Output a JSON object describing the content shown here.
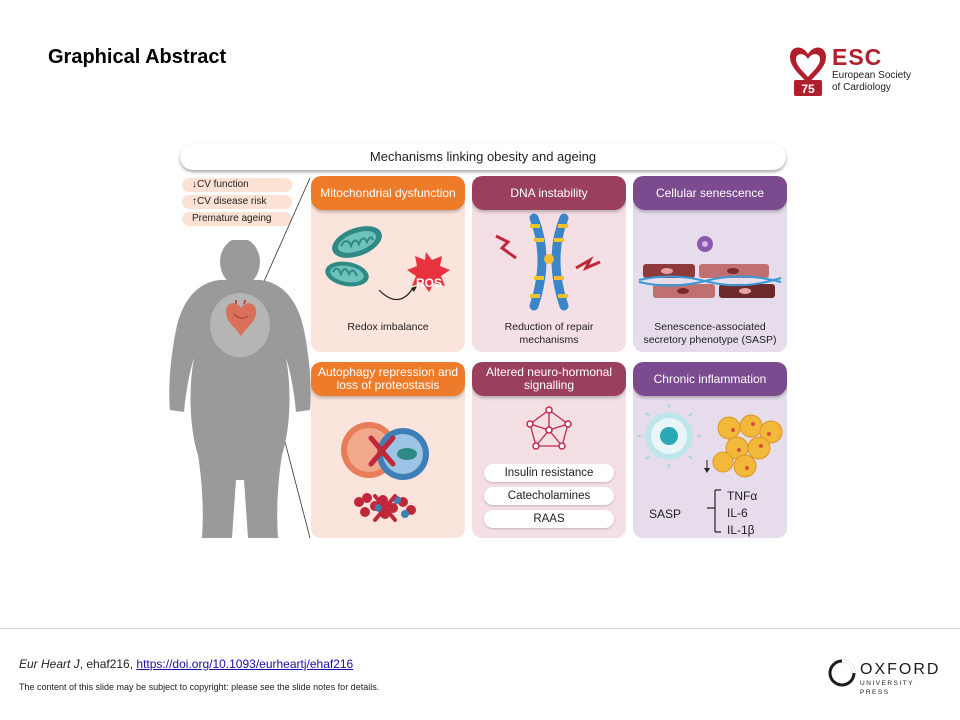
{
  "slide": {
    "title": "Graphical Abstract"
  },
  "esc_logo": {
    "abbr": "ESC",
    "line1": "European Society",
    "line2": "of Cardiology",
    "badge": "75",
    "color": "#b01f2e"
  },
  "figure": {
    "header": "Mechanisms linking obesity and ageing",
    "tags": [
      {
        "icon": "arrow-down-icon",
        "arrow": "↓",
        "label": "CV function"
      },
      {
        "icon": "arrow-up-icon",
        "arrow": "↑",
        "label": "CV disease risk"
      },
      {
        "icon": "",
        "arrow": "",
        "label": "Premature ageing"
      }
    ],
    "panels": {
      "mitochondrial": {
        "title": "Mitochondrial dysfunction",
        "art_label": "ROS",
        "caption": "Redox imbalance"
      },
      "dna": {
        "title": "DNA instability",
        "caption": "Reduction of repair mechanisms"
      },
      "senescence": {
        "title": "Cellular senescence",
        "caption": "Senescence-associated secretory phenotype (SASP)"
      },
      "autophagy": {
        "title": "Autophagy repression and loss of proteostasis"
      },
      "neurohormonal": {
        "title": "Altered neuro-hormonal signalling",
        "pills": [
          "Insulin resistance",
          "Catecholamines",
          "RAAS"
        ]
      },
      "inflammation": {
        "title": "Chronic inflammation",
        "sasp": "SASP",
        "cytokines": [
          "TNFα",
          "IL-6",
          "IL-1β"
        ]
      }
    },
    "colors": {
      "orange": "#ee7b2a",
      "plum": "#9b3f5e",
      "purple": "#7b4a8f"
    }
  },
  "footer": {
    "journal": "Eur Heart J",
    "ref": ", ehaf216, ",
    "doi": "https://doi.org/10.1093/eurheartj/ehaf216",
    "copyright": "The content of this slide may be subject to copyright: please see the slide notes for details.",
    "publisher": "OXFORD",
    "publisher_sub": "UNIVERSITY PRESS"
  }
}
